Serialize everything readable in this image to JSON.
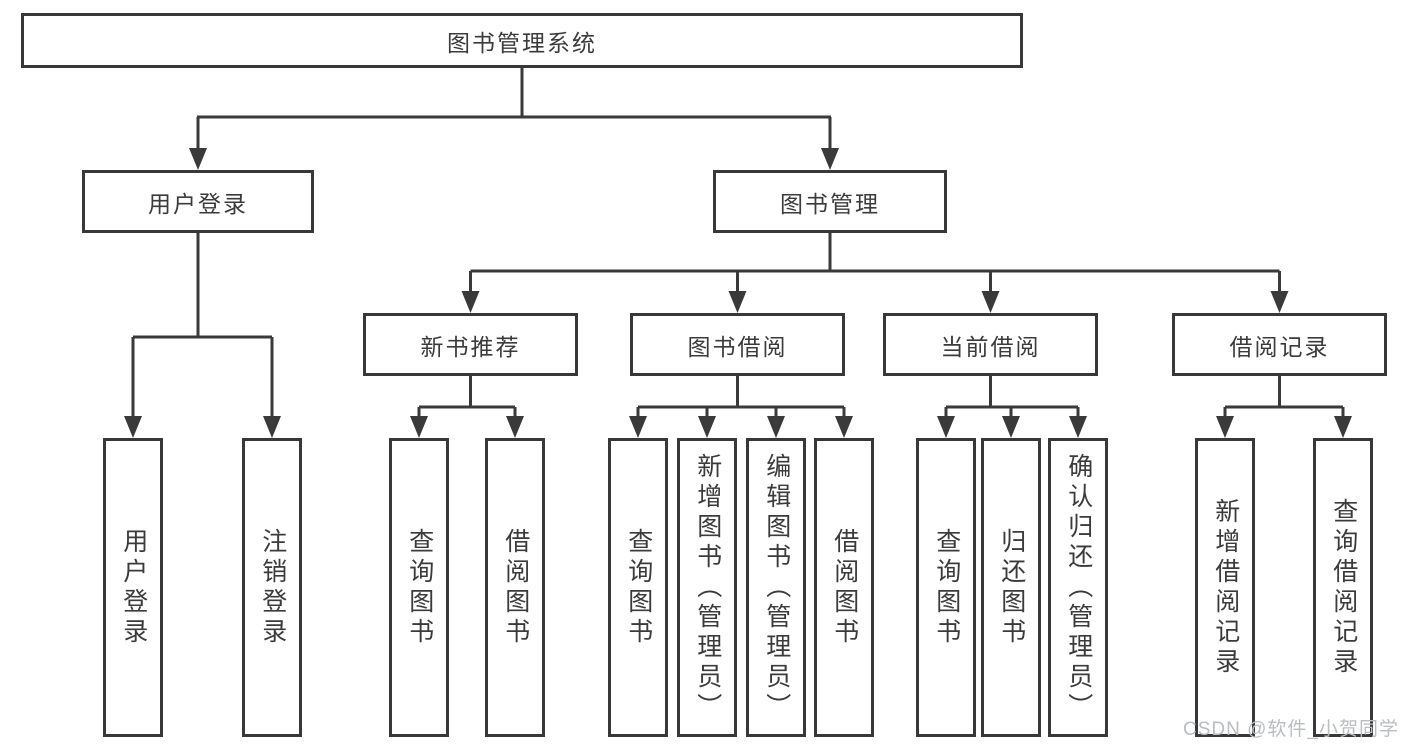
{
  "diagram": {
    "tree": {
      "label": "图书管理系统",
      "children": [
        {
          "label": "用户登录",
          "children": [
            {
              "label": "用户登录"
            },
            {
              "label": "注销登录"
            }
          ]
        },
        {
          "label": "图书管理",
          "children": [
            {
              "label": "新书推荐",
              "children": [
                {
                  "label": "查询图书"
                },
                {
                  "label": "借阅图书"
                }
              ]
            },
            {
              "label": "图书借阅",
              "children": [
                {
                  "label": "查询图书"
                },
                {
                  "label": "新增图书（管理员）"
                },
                {
                  "label": "编辑图书（管理员）"
                },
                {
                  "label": "借阅图书"
                }
              ]
            },
            {
              "label": "当前借阅",
              "children": [
                {
                  "label": "查询图书"
                },
                {
                  "label": "归还图书"
                },
                {
                  "label": "确认归还（管理员）"
                }
              ]
            },
            {
              "label": "借阅记录",
              "children": [
                {
                  "label": "新增借阅记录"
                },
                {
                  "label": "查询借阅记录"
                }
              ]
            }
          ]
        }
      ]
    },
    "colors": {
      "line": "#3a3a3a",
      "box_border": "#383838",
      "text": "#3b3b3b",
      "background": "#ffffff",
      "watermark": "#b9bdbf"
    }
  },
  "watermark": {
    "text": "CSDN @软件_小贺同学"
  }
}
